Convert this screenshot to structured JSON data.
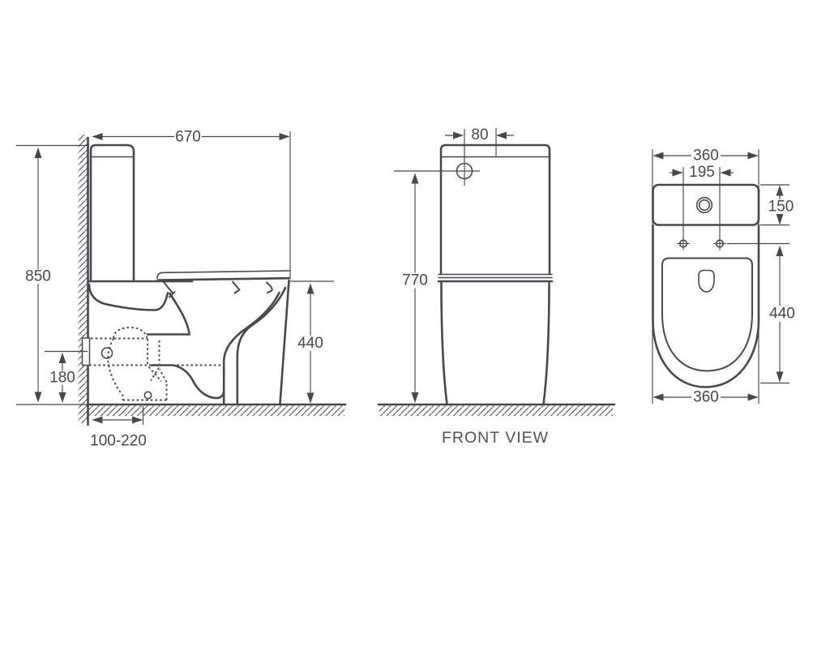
{
  "side_view": {
    "width_mm": "670",
    "height_mm": "850",
    "seat_height_mm": "440",
    "outlet_center_height_mm": "180",
    "outlet_setout_range_mm": "100-220"
  },
  "front_view": {
    "button_offset_mm": "80",
    "height_mm": "770",
    "caption": "FRONT VIEW"
  },
  "top_view": {
    "width_mm": "360",
    "fixing_hole_spacing_mm": "195",
    "tank_depth_mm": "150",
    "bowl_length_mm": "440",
    "bottom_width_mm": "360"
  },
  "colors": {
    "line": "#46484c",
    "background": "#ffffff"
  }
}
